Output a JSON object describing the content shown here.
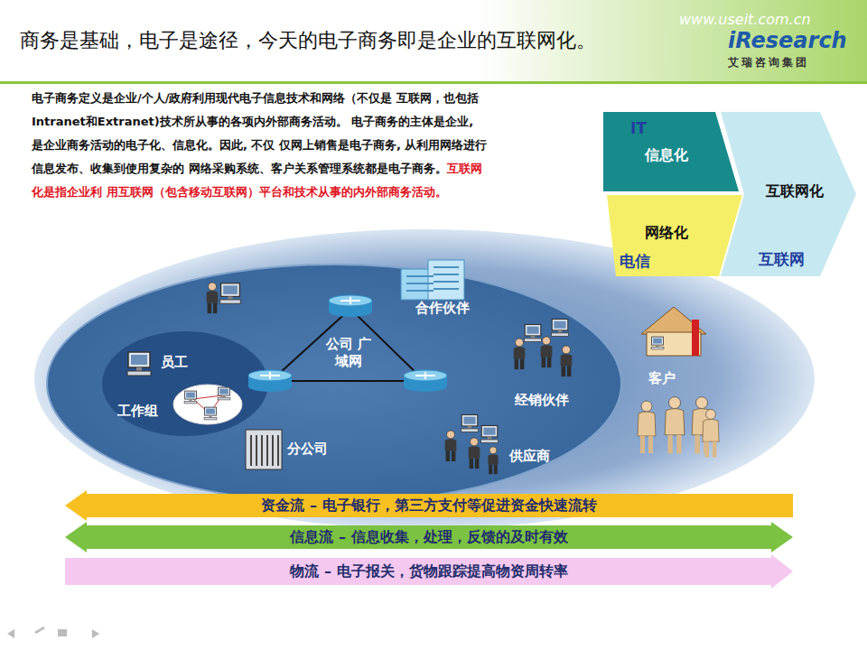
{
  "diagram": {
    "title": "商务是基础，电子是途径，今天的电子商务即是企业的互联网化。",
    "nodes": [
      {
        "text": [
          "IT",
          "信息化"
        ]
      },
      {
        "text": [
          "网络化",
          "电信"
        ]
      },
      {
        "text": [
          "互联网化",
          "互联网"
        ]
      },
      {
        "text": [
          "资金流 – 电子银行，第三方支付等促进资金快速流转"
        ]
      },
      {
        "text": [
          "信息流 – 信息收集，处理，反馈的及时有效"
        ]
      },
      {
        "text": [
          "物流 – 电子报关，货物跟踪提高物资周转率"
        ]
      }
    ],
    "labels": [
      "www.useit.com.cn",
      "iResearch",
      "艾瑞咨询集团",
      "电子商务定义是企业/个人/政府利用现代电子信息技术和网络（不仅是 互联网，也包括Intranet和Extranet)技术所从事的各项内外部商务活动。 电子商务的主体是企业, 是企业商务活动的电子化、信息化。因此, 不仅 仅网上销售是电子商务, 从利用网络进行信息发布、收集到使用复杂的 网络采购系统、客户关系管理系统都是电子商务。",
      "互联网化是指企业利 用互联网（包含移动互联网）平台和技术从事的内外部商务活动。",
      "员工",
      "工作组",
      "公司 广域网",
      "合作伙伴",
      "经销伙伴",
      "供应商",
      "分公司",
      "客户"
    ]
  }
}
